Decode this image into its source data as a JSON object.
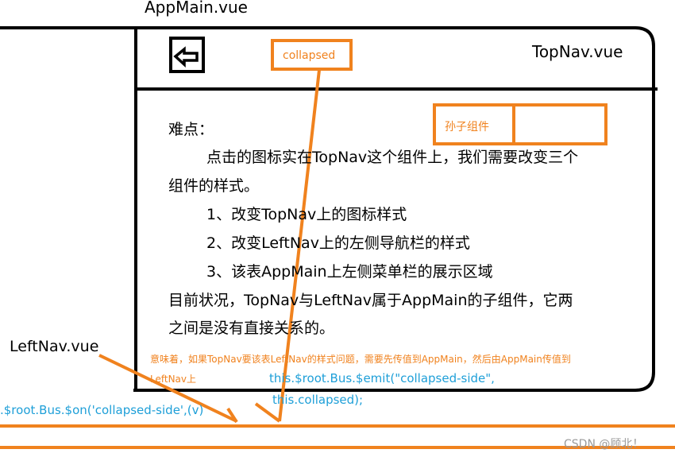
{
  "labels": {
    "app_main": "AppMain.vue",
    "top_nav": "TopNav.vue",
    "left_nav": "LeftNav.vue",
    "collapsed": "collapsed",
    "grandchild": "孙子组件"
  },
  "notes": {
    "heading": "难点：",
    "line1": "点击的图标实在TopNav这个组件上，我们需要改变三个",
    "line2": "组件的样式。",
    "item1": "1、改变TopNav上的图标样式",
    "item2": "2、改变LeftNav上的左侧导航栏的样式",
    "item3": "3、该表AppMain上左侧菜单栏的展示区域",
    "status1": "目前状况，TopNav与LeftNav属于AppMain的子组件，它两",
    "status2": "之间是没有直接关系的。"
  },
  "annotation": {
    "line1": "意味着，如果TopNav要该表LeftNav的样式问题，需要先传值到AppMain，然后由AppMain传值到",
    "line2": "LeftNav上"
  },
  "code": {
    "emit_line1": "this.$root.Bus.$emit(\"collapsed-side\",",
    "emit_line2": "this.collapsed);",
    "on_line": ".$root.Bus.$on('collapsed-side',(v)"
  },
  "watermark": "CSDN @顾北！",
  "colors": {
    "accent": "#f0821e",
    "code": "#1e9fd8",
    "ink": "#000000"
  },
  "icons": {
    "toggle": "arrow-left-icon"
  }
}
